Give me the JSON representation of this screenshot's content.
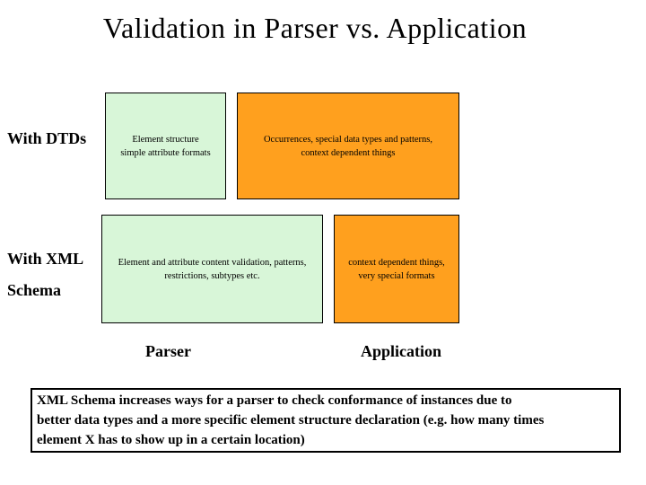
{
  "title": "Validation in Parser vs. Application",
  "colors": {
    "parser_cell_fill": "#d8f6d8",
    "application_cell_fill": "#ffa01e",
    "border": "#000000",
    "background": "#ffffff",
    "text": "#000000"
  },
  "matrix": {
    "row_dtds": {
      "label": "With DTDs",
      "parser_cell": "Element structure\nsimple attribute formats",
      "application_cell": "Occurrences, special data types and patterns,\ncontext dependent things"
    },
    "row_schema": {
      "label": "With XML\nSchema",
      "parser_cell": "Element and attribute content validation, patterns,\nrestrictions, subtypes etc.",
      "application_cell": "context dependent things,\nvery special formats"
    },
    "column_labels": {
      "parser": "Parser",
      "application": "Application"
    }
  },
  "note": "XML Schema increases ways for a parser to check conformance of instances due to\nbetter data types and a more specific element structure declaration (e.g. how many times\nelement X has to show up in a certain location)"
}
